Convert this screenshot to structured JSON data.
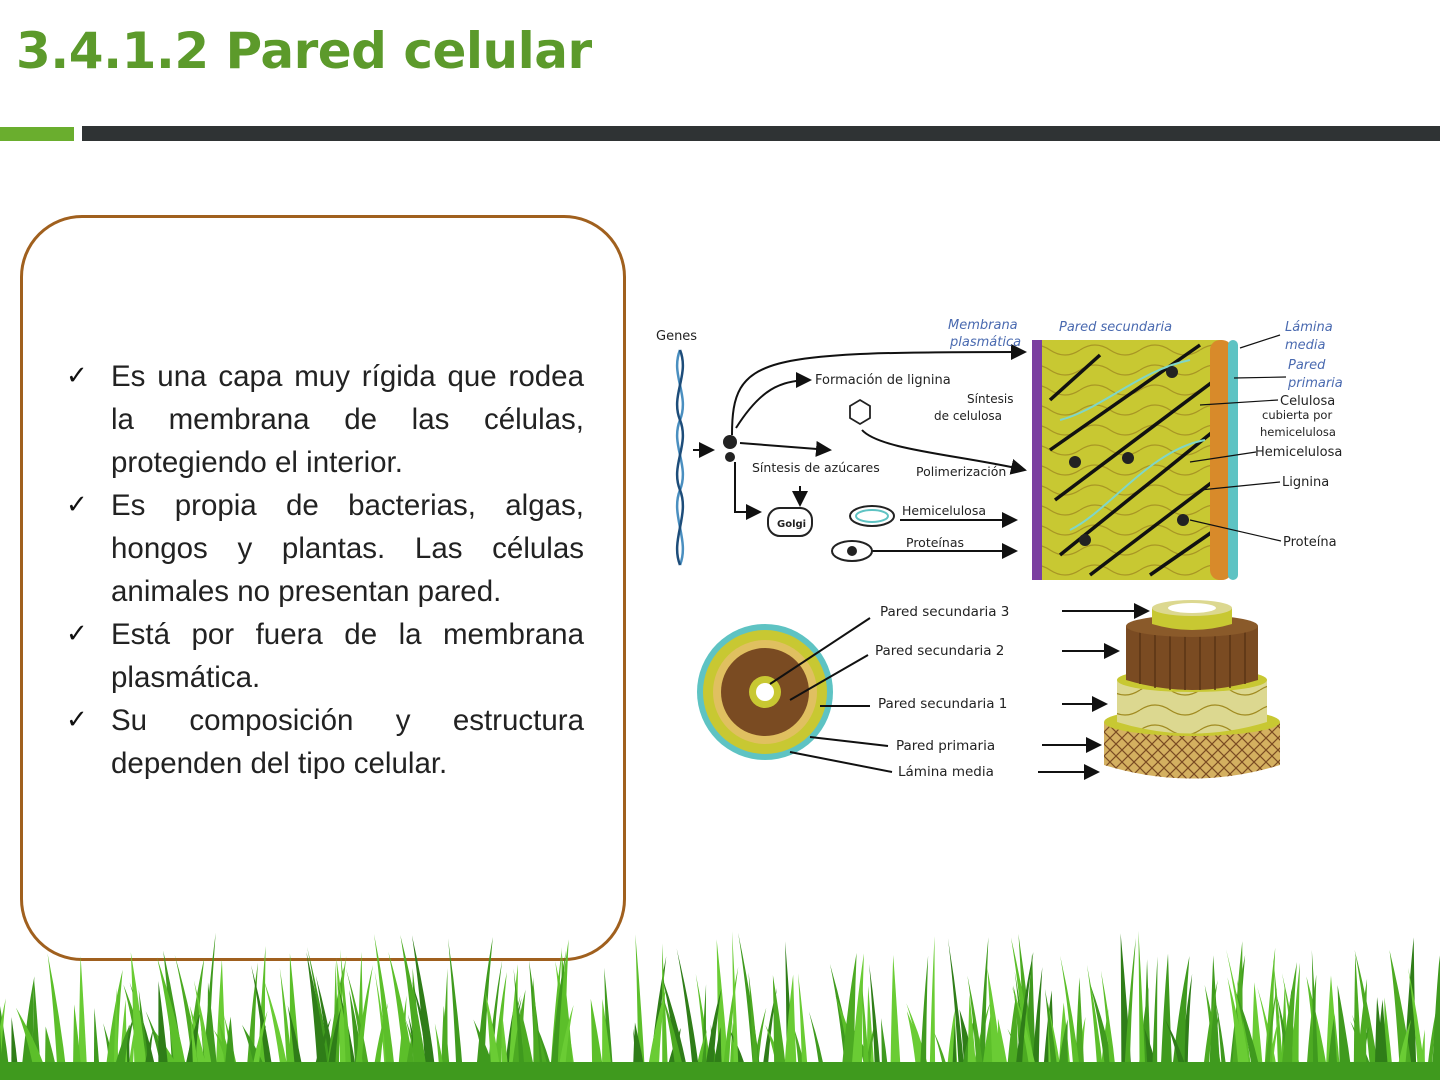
{
  "slide": {
    "title": "3.4.1.2 Pared celular",
    "bullets": [
      "Es una capa muy rígida que rodea la membrana de las células, protegiendo el interior.",
      "Es propia de bacterias, algas, hongos y plantas. Las células animales no presentan pared.",
      "Está por fuera de la membrana plasmática.",
      "Su composición y estructura dependen del tipo celular."
    ]
  },
  "diagram": {
    "labels": {
      "genes": "Genes",
      "membrana": "Membrana",
      "plasmatica": "plasmática",
      "pared_secundaria": "Pared secundaria",
      "lamina": "Lámina",
      "media": "media",
      "pared": "Pared",
      "primaria": "primaria",
      "formacion_lignina": "Formación de lignina",
      "sintesis": "Síntesis",
      "de_celulosa": "de celulosa",
      "celulosa": "Celulosa",
      "cubierta_por": "cubierta por",
      "hemicelulosa_lower": "hemicelulosa",
      "sintesis_azucares": "Síntesis de azúcares",
      "polimerizacion": "Polimerización",
      "hemicelulosa_right": "Hemicelulosa",
      "lignina": "Lignina",
      "golgi": "Golgi",
      "hemicelulosa_mid": "Hemicelulosa",
      "proteinas": "Proteínas",
      "proteina": "Proteína",
      "pared_sec_3": "Pared secundaria 3",
      "pared_sec_2": "Pared secundaria 2",
      "pared_sec_1": "Pared secundaria 1",
      "pared_primaria": "Pared primaria",
      "lamina_media": "Lámina media"
    },
    "colors": {
      "yellow_wall": "#c8c832",
      "membrane_purple": "#7b3fa0",
      "orange_lamina": "#d88a2a",
      "teal_edge": "#5ec3c3",
      "brown_layer": "#7a4b22",
      "label_blue": "#4a6ab0"
    }
  },
  "theme": {
    "title_color": "#5c9a2b",
    "border_color": "#a0601e",
    "grass_color": "#4caa22"
  }
}
